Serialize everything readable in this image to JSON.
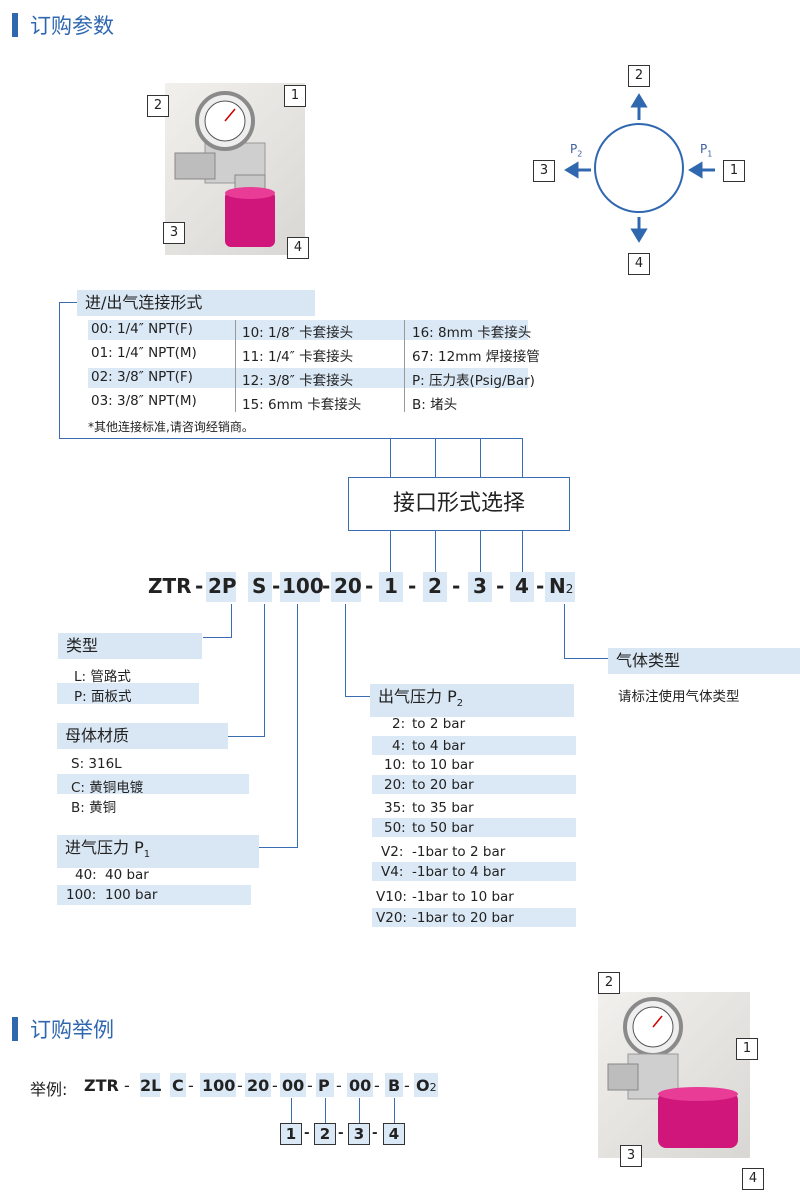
{
  "section1_title": "订购参数",
  "section2_title": "订购举例",
  "photo_numbers": [
    "1",
    "2",
    "3",
    "4"
  ],
  "diagram": {
    "p1_label": "P",
    "p1_sub": "1",
    "p2_label": "P",
    "p2_sub": "2",
    "nums": [
      "1",
      "2",
      "3",
      "4"
    ]
  },
  "connection": {
    "title": "进/出气连接形式",
    "col1": [
      "00:  1/4″  NPT(F)",
      "01:  1/4″  NPT(M)",
      "02:  3/8″   NPT(F)",
      "03:  3/8″   NPT(M)"
    ],
    "col2": [
      "10:  1/8″   卡套接头",
      "11:  1/4″   卡套接头",
      "12:  3/8″   卡套接头",
      "15:  6mm 卡套接头"
    ],
    "col3": [
      "16:  8mm 卡套接头",
      "67:  12mm 焊接接管",
      "P:  压力表(Psig/Bar)",
      "B:  堵头"
    ],
    "note": "*其他连接标准,请咨询经销商。"
  },
  "interface_box": "接口形式选择",
  "model": {
    "ztr": "ZTR",
    "d1": "-",
    "p2": "2P",
    "s": "S",
    "d2": "-",
    "p100": "100",
    "d3": "-",
    "p20": "20",
    "d4": "-",
    "c1": "1",
    "d5": "-",
    "c2": "2",
    "d6": "-",
    "c3": "3",
    "d7": "-",
    "c4": "4",
    "d8": "-",
    "n": "N",
    "nsub": "2"
  },
  "type": {
    "title": "类型",
    "items": [
      "L:  管路式",
      "P:  面板式"
    ]
  },
  "material": {
    "title": "母体材质",
    "items": [
      "S:  316L",
      "C:  黄铜电镀",
      "B:  黄铜"
    ]
  },
  "inlet": {
    "title": "进气压力 P",
    "sub": "1",
    "items": [
      {
        "k": "40:",
        "v": "40 bar"
      },
      {
        "k": "100:",
        "v": "100 bar"
      }
    ]
  },
  "outlet": {
    "title": "出气压力 P",
    "sub": "2",
    "items": [
      {
        "k": "2:",
        "v": "to 2 bar"
      },
      {
        "k": "4:",
        "v": "to 4 bar"
      },
      {
        "k": "10:",
        "v": "to 10 bar"
      },
      {
        "k": "20:",
        "v": "to 20 bar"
      },
      {
        "k": "35:",
        "v": "to 35 bar"
      },
      {
        "k": "50:",
        "v": "to 50 bar"
      },
      {
        "k": "V2:",
        "v": "-1bar to 2 bar"
      },
      {
        "k": "V4:",
        "v": "-1bar to 4 bar"
      },
      {
        "k": "V10:",
        "v": "-1bar to 10 bar"
      },
      {
        "k": "V20:",
        "v": "-1bar to 20 bar"
      }
    ]
  },
  "gas": {
    "title": "气体类型",
    "note": "请标注使用气体类型"
  },
  "example": {
    "label": "举例:",
    "parts": [
      "ZTR",
      "-",
      "2L",
      "C",
      "-",
      "100",
      "-",
      "20",
      "-",
      "00",
      "-",
      "P",
      "-",
      "00",
      "-",
      "B",
      "-",
      "O",
      "2"
    ],
    "nums": [
      "1",
      "-",
      "2",
      "-",
      "3",
      "-",
      "4"
    ]
  }
}
